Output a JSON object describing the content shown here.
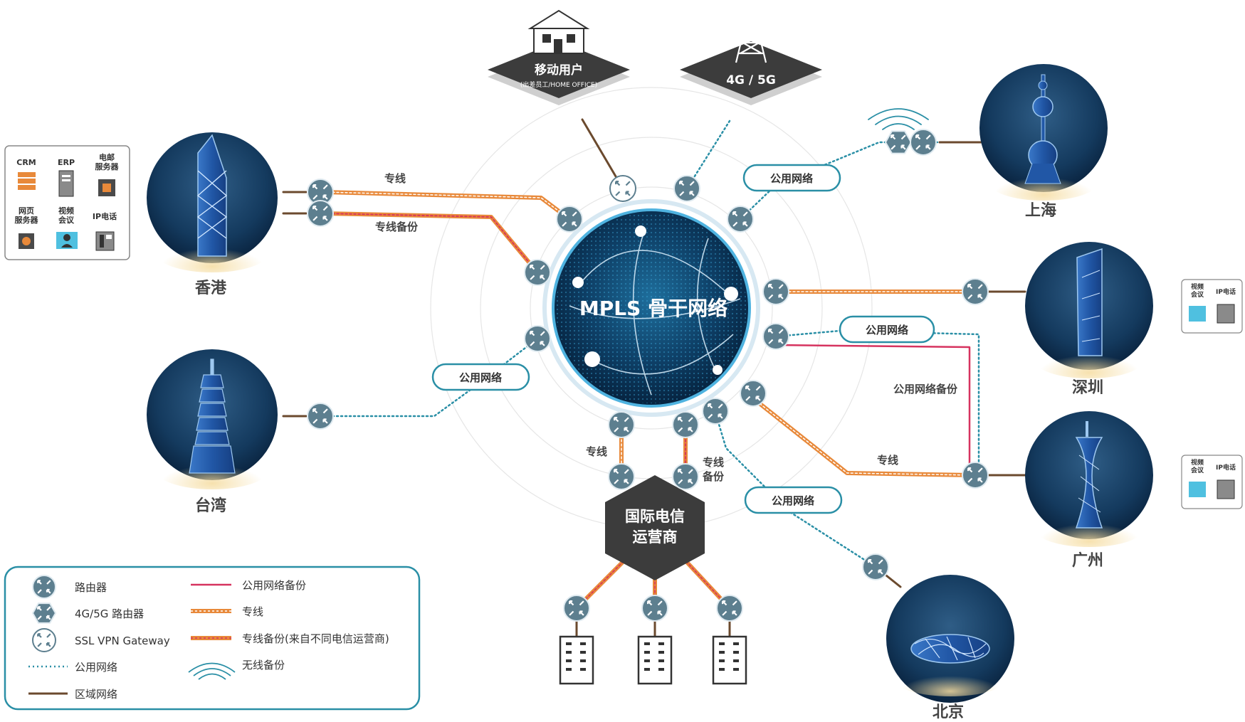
{
  "core": {
    "label": "MPLS 骨干网络"
  },
  "cities": {
    "hongkong": "香港",
    "taiwan": "台湾",
    "shanghai": "上海",
    "shenzhen": "深圳",
    "guangzhou": "广州",
    "beijing": "北京"
  },
  "top_nodes": {
    "mobile_title": "移动用户",
    "mobile_sub": "(出差员工/HOME OFFICE)",
    "cellular": "4G / 5G"
  },
  "carrier": {
    "line1": "国际电信",
    "line2": "运营商"
  },
  "link_labels": {
    "hk_leased": "专线",
    "hk_backup": "专线备份",
    "public_shanghai": "公用网络",
    "public_taiwan": "公用网络",
    "public_shenzhen": "公用网络",
    "public_backup": "公用网络备份",
    "leased_gz": "专线",
    "leased_carrier": "专线",
    "backup_carrier": "专线\n备份",
    "public_beijing": "公用网络"
  },
  "hk_services": {
    "crm": "CRM",
    "erp": "ERP",
    "mail": "电邮\n服务器",
    "web": "网页\n服务器",
    "video": "视频\n会议",
    "ipphone": "IP电话"
  },
  "branch_services": {
    "video": "视频\n会议",
    "ipphone": "IP电话"
  },
  "legend": {
    "router": "路由器",
    "router_4g5g": "4G/5G 路由器",
    "ssl_vpn": "SSL VPN Gateway",
    "public_net": "公用网络",
    "regional_net": "区域网络",
    "public_backup": "公用网络备份",
    "leased": "专线",
    "leased_backup": "专线备份(来自不同电信运营商)",
    "wireless_backup": "无线备份"
  },
  "colors": {
    "leased_orange": "#e8893a",
    "backup_red": "#d6335f",
    "public_teal": "#2a8fa6",
    "regional_brown": "#6b4a2e",
    "router_fill": "#5d7f8f",
    "core_blue": "#0b3f6b",
    "dark_panel": "#3c3c3c"
  }
}
